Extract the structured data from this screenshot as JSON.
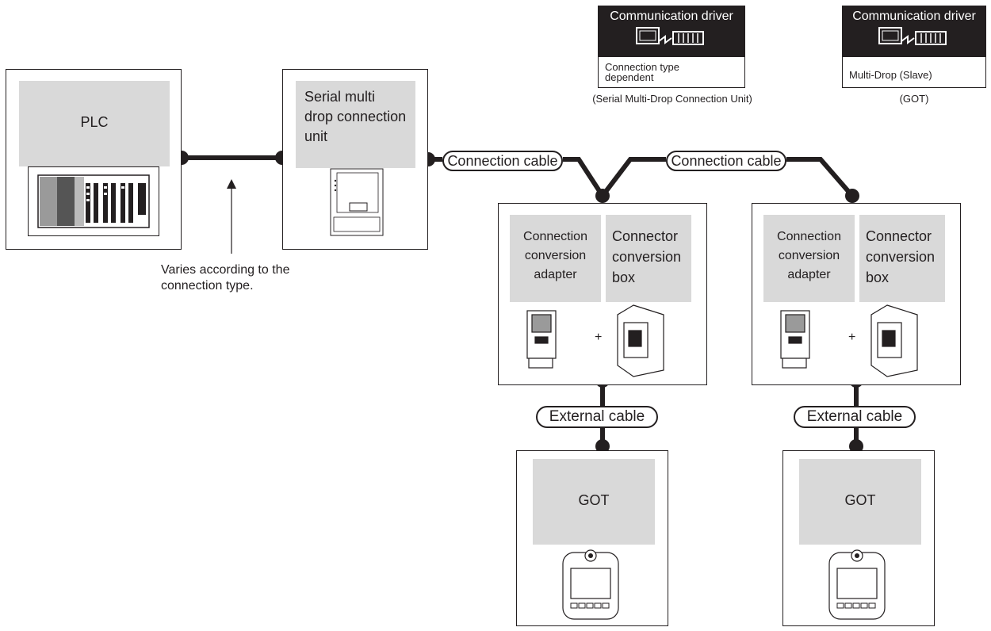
{
  "drivers": [
    {
      "title": "Communication driver",
      "body": "Connection type\ndependent",
      "caption": "(Serial Multi-Drop Connection Unit)"
    },
    {
      "title": "Communication driver",
      "body": "Multi-Drop (Slave)",
      "caption": "(GOT)"
    }
  ],
  "plc": {
    "label": "PLC"
  },
  "unit": {
    "label": "Serial multi\ndrop connection\nunit"
  },
  "note": "Varies according to the\nconnection type.",
  "cables": {
    "connection": "Connection cable",
    "external": "External cable"
  },
  "adapters": [
    {
      "adapter": "Connection\nconversion\nadapter",
      "box": "Connector\nconversion\nbox",
      "plus": "+"
    },
    {
      "adapter": "Connection\nconversion\nadapter",
      "box": "Connector\nconversion\nbox",
      "plus": "+"
    }
  ],
  "gots": [
    {
      "label": "GOT"
    },
    {
      "label": "GOT"
    }
  ],
  "colors": {
    "line": "#231f20",
    "label_fill": "#d9d9d9"
  }
}
